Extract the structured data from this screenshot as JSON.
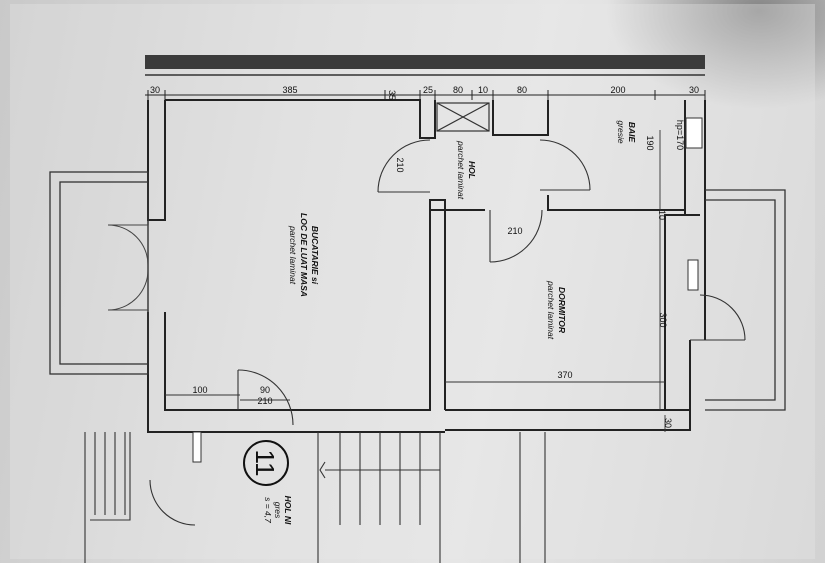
{
  "dimensions": {
    "top_row": [
      "30",
      "385",
      "35",
      "25",
      "80",
      "10",
      "80",
      "200",
      "30"
    ],
    "hol_door": "210",
    "bedroom_door": "210",
    "baie_height": "190",
    "hp": "hp=170",
    "between_10": "10",
    "right_300": "300",
    "bedroom_width": "370",
    "bottom_100": "100",
    "door_90": "90",
    "door_210": "210",
    "right_30": "30"
  },
  "rooms": {
    "bucatarie": {
      "name1": "BUCATARIE si",
      "name2": "LOC DE LUAT MASA",
      "floor": "parchet laminat"
    },
    "hol": {
      "name": "HOL",
      "floor": "parchet laminat"
    },
    "baie": {
      "name": "BAIE",
      "floor": "gresie"
    },
    "dormitor": {
      "name": "DORMITOR",
      "floor": "parchet laminat"
    },
    "hol_ni": {
      "name": "HOL NI",
      "floor": "gres",
      "area": "s = 4,7"
    }
  },
  "apartment_number": "11"
}
